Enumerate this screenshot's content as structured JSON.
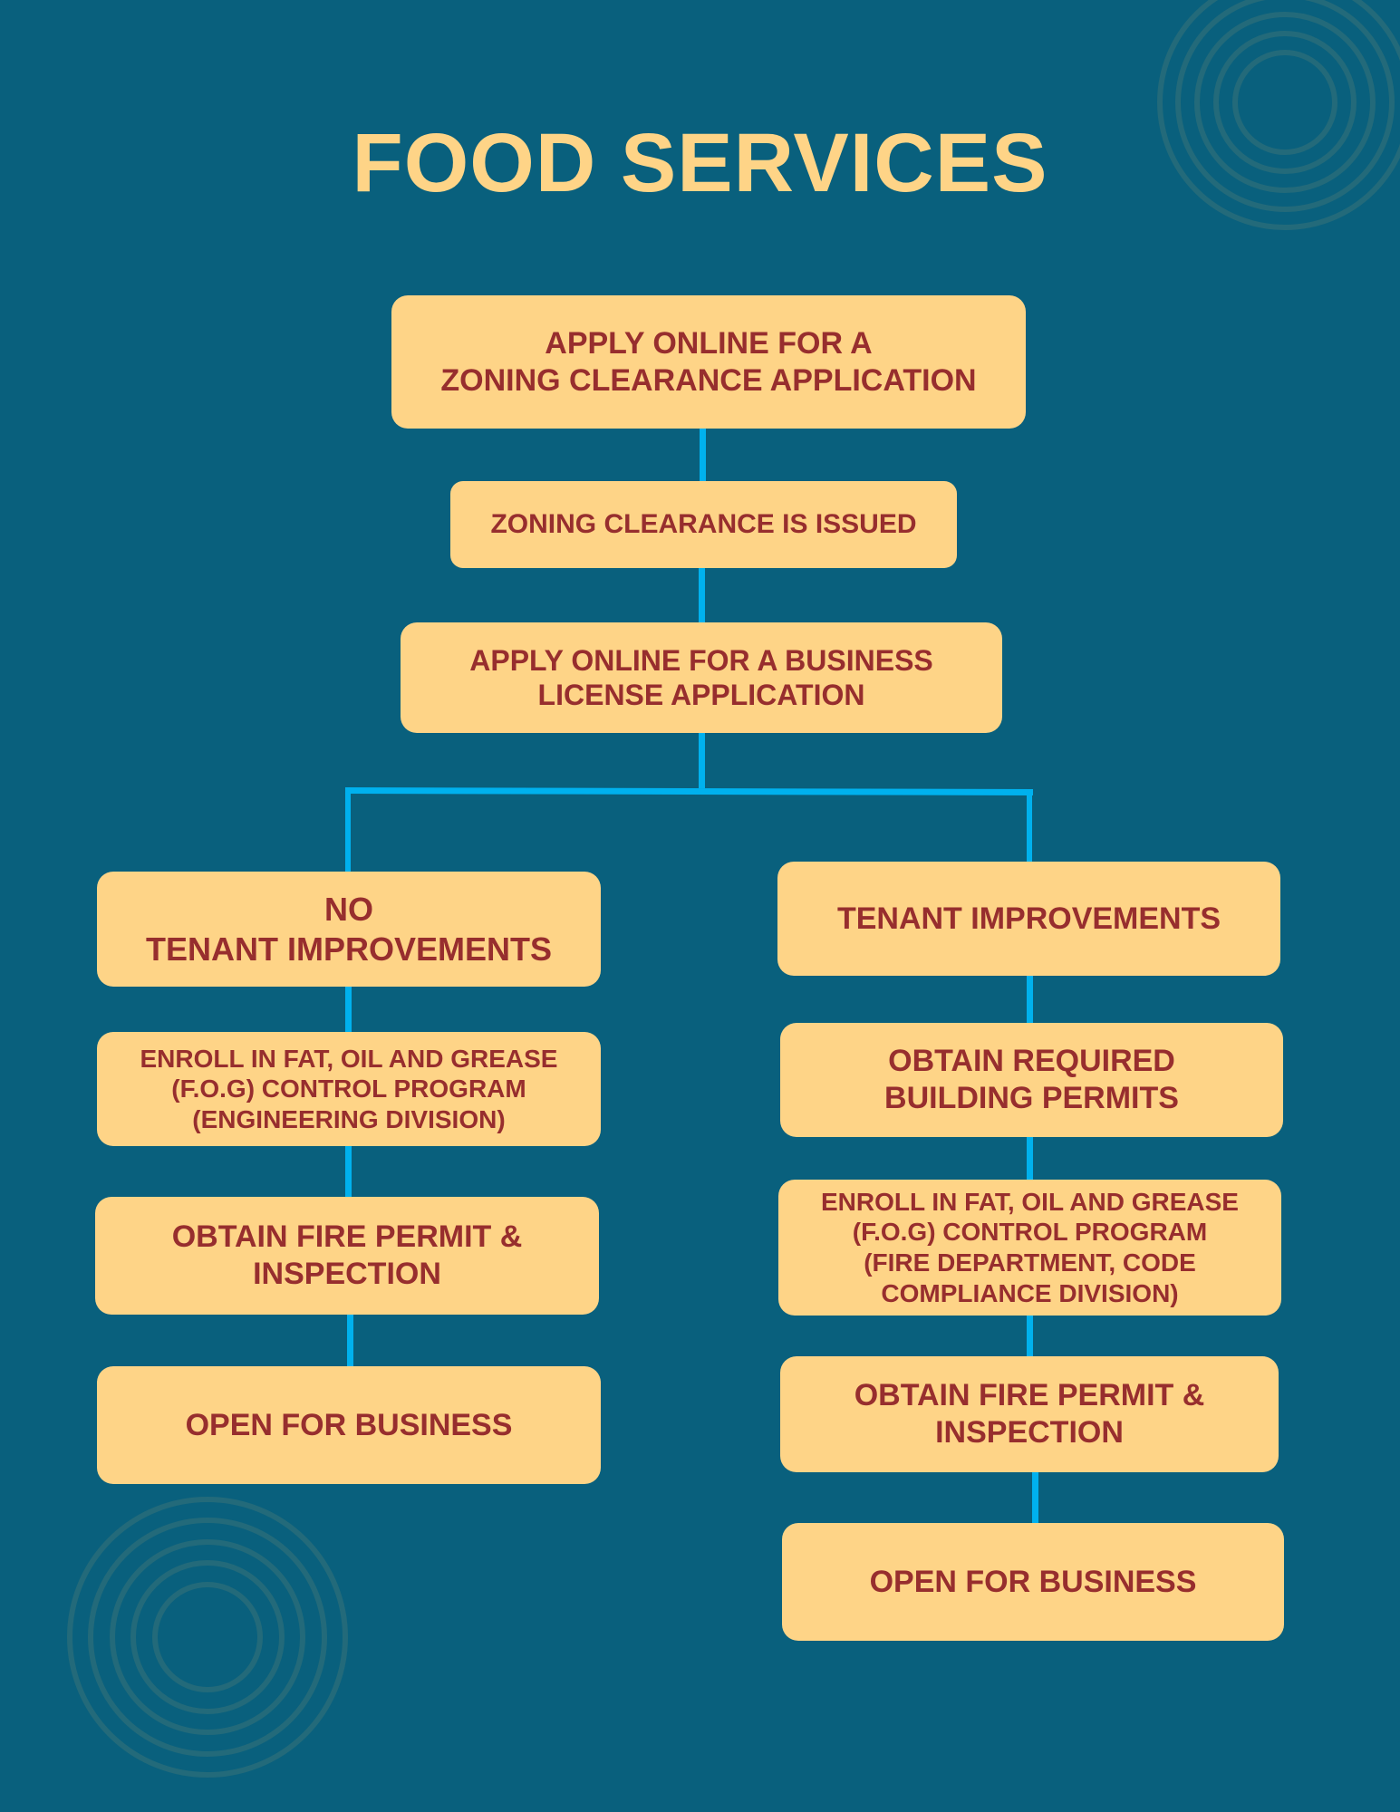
{
  "title": "FOOD SERVICES",
  "colors": {
    "background": "#09607d",
    "box_fill": "#fed487",
    "box_text": "#972e2e",
    "title_text": "#fed487",
    "connector": "#00b1ee",
    "decor_rings": "#236a7a"
  },
  "flow": {
    "common": [
      {
        "id": "step1",
        "label": "APPLY ONLINE FOR A\nZONING CLEARANCE APPLICATION"
      },
      {
        "id": "step2",
        "label": "ZONING CLEARANCE IS ISSUED"
      },
      {
        "id": "step3",
        "label": "APPLY ONLINE FOR A BUSINESS\nLICENSE APPLICATION"
      }
    ],
    "left_branch": [
      {
        "id": "l1",
        "label": "NO\nTENANT IMPROVEMENTS"
      },
      {
        "id": "l2",
        "label": "ENROLL IN FAT, OIL AND GREASE\n(F.O.G) CONTROL PROGRAM\n(ENGINEERING DIVISION)"
      },
      {
        "id": "l3",
        "label": "OBTAIN FIRE PERMIT &\nINSPECTION"
      },
      {
        "id": "l4",
        "label": "OPEN FOR BUSINESS"
      }
    ],
    "right_branch": [
      {
        "id": "r1",
        "label": "TENANT IMPROVEMENTS"
      },
      {
        "id": "r2",
        "label": "OBTAIN REQUIRED\nBUILDING PERMITS"
      },
      {
        "id": "r3",
        "label": "ENROLL IN FAT, OIL AND GREASE\n(F.O.G) CONTROL PROGRAM\n(FIRE DEPARTMENT, CODE\nCOMPLIANCE DIVISION)"
      },
      {
        "id": "r4",
        "label": "OBTAIN FIRE PERMIT &\nINSPECTION"
      },
      {
        "id": "r5",
        "label": "OPEN FOR BUSINESS"
      }
    ]
  }
}
